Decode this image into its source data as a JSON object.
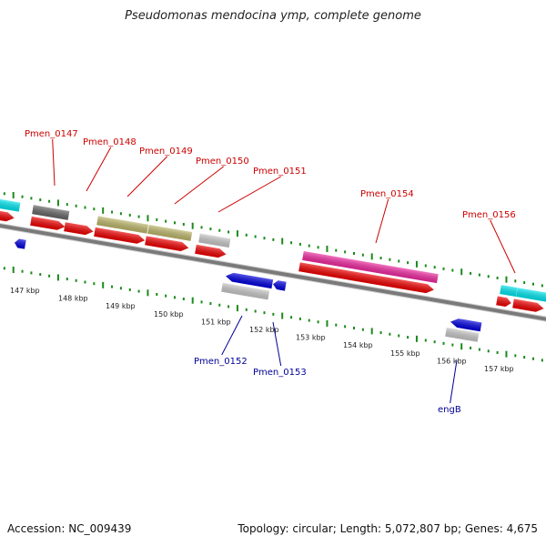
{
  "title": "Pseudomonas mendocina ymp, complete genome",
  "footer": {
    "accession": "Accession: NC_009439",
    "topology": "Topology: circular; Length: 5,072,807 bp; Genes: 4,675"
  },
  "colors": {
    "backbone": "#7a7a7a",
    "forward_tick": "#1a8a1a",
    "reverse_tick": "#1a8a1a",
    "forward_label": "#cc0000",
    "reverse_label": "#000099",
    "red_feature": "#ee0000",
    "blue_feature": "#0000dd",
    "cyan_feature": "#00e5ee",
    "gray_feature": "#c8c8c8",
    "dark_gray_feature": "#666666",
    "khaki_feature": "#bdb76b",
    "pink_feature": "#ee2aa0"
  },
  "kbp_labels": [
    "147 kbp",
    "148 kbp",
    "149 kbp",
    "150 kbp",
    "151 kbp",
    "152 kbp",
    "153 kbp",
    "154 kbp",
    "155 kbp",
    "156 kbp",
    "157 kbp"
  ],
  "gene_labels": [
    {
      "text": "Pmen_0147",
      "strand": "forward"
    },
    {
      "text": "Pmen_0148",
      "strand": "forward"
    },
    {
      "text": "Pmen_0149",
      "strand": "forward"
    },
    {
      "text": "Pmen_0150",
      "strand": "forward"
    },
    {
      "text": "Pmen_0151",
      "strand": "forward"
    },
    {
      "text": "Pmen_0154",
      "strand": "forward"
    },
    {
      "text": "Pmen_0156",
      "strand": "forward"
    },
    {
      "text": "Pmen_0152",
      "strand": "reverse"
    },
    {
      "text": "Pmen_0153",
      "strand": "reverse"
    },
    {
      "text": "engB",
      "strand": "reverse"
    }
  ]
}
